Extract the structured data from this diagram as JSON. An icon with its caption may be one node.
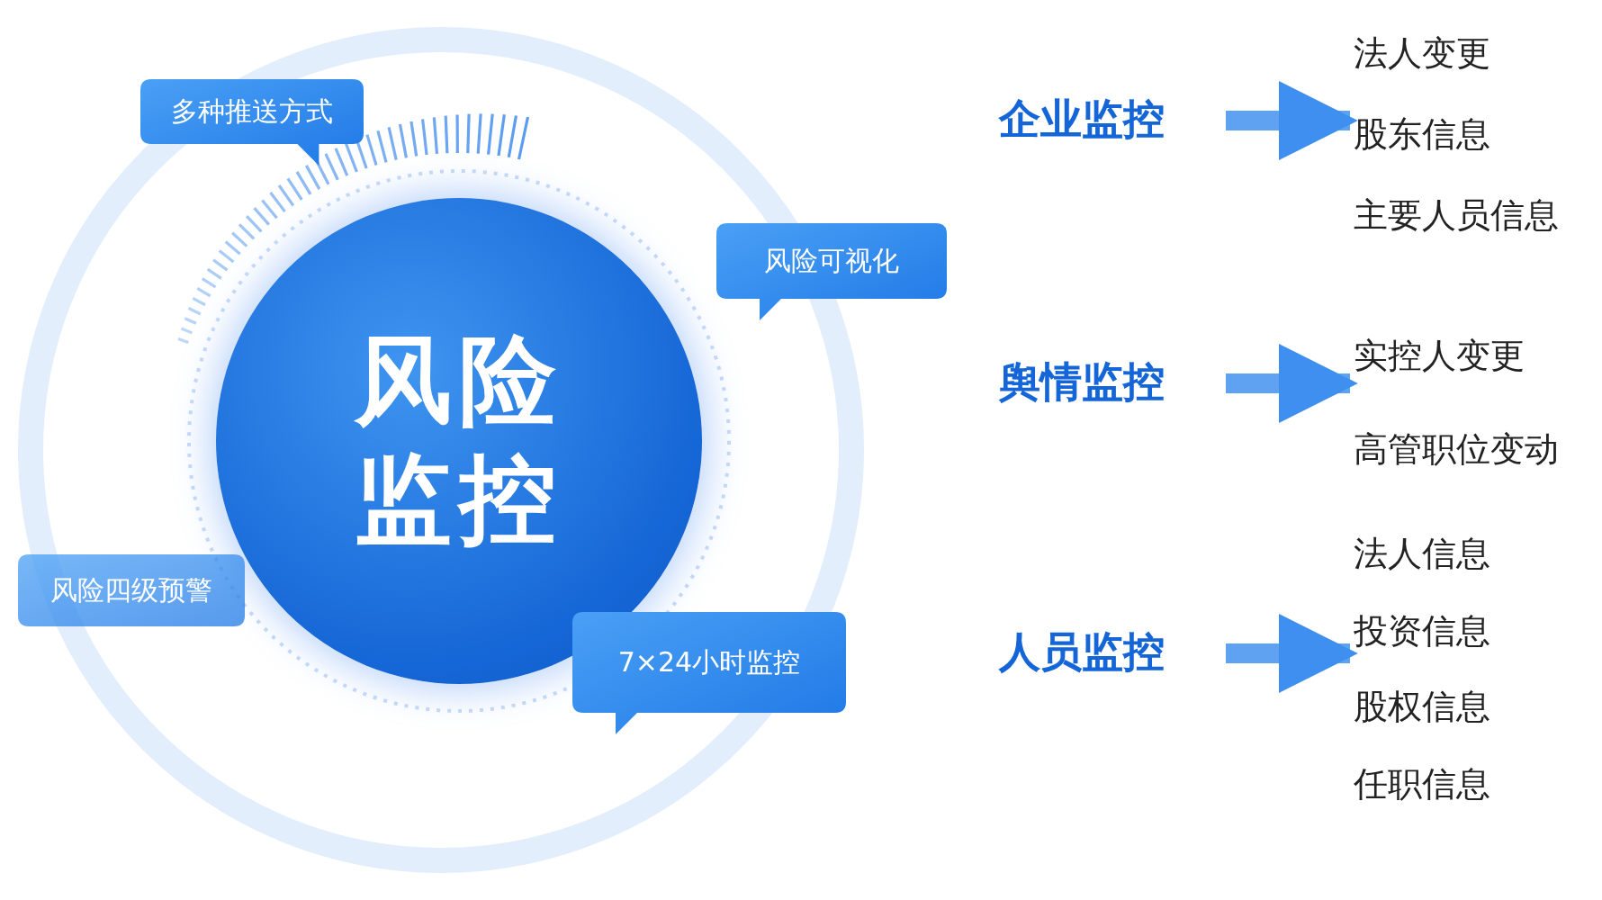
{
  "diagram": {
    "nodes": [
      {
        "text": [
          "风险监控"
        ]
      },
      {
        "text": [
          "多种推送方式"
        ]
      },
      {
        "text": [
          "风险可视化"
        ]
      },
      {
        "text": [
          "风险四级预警"
        ]
      },
      {
        "text": [
          "7×24小时监控"
        ]
      },
      {
        "text": [
          "企业监控"
        ]
      },
      {
        "text": [
          "法人变更",
          "股东信息",
          "主要人员信息"
        ]
      },
      {
        "text": [
          "舆情监控"
        ]
      },
      {
        "text": [
          "实控人变更",
          "高管职位变动"
        ]
      },
      {
        "text": [
          "人员监控"
        ]
      },
      {
        "text": [
          "法人信息",
          "投资信息",
          "股权信息",
          "任职信息"
        ]
      }
    ],
    "edges": [
      {
        "from": 5,
        "to": 6,
        "arrow": "to"
      },
      {
        "from": 7,
        "to": 8,
        "arrow": "to"
      },
      {
        "from": 9,
        "to": 10,
        "arrow": "to"
      }
    ]
  }
}
